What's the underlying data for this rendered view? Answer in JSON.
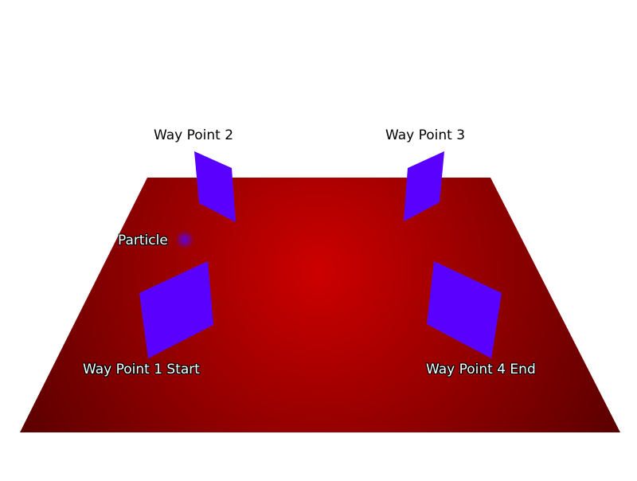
{
  "scene": {
    "background_color": "#ffffff",
    "floor_center_color": "#cc0000",
    "floor_edge_color": "#5c0000",
    "waypoint_color": "#5a00ff",
    "particle_color": "#5a00ff"
  },
  "labels": {
    "waypoint_1": "Way Point 1 Start",
    "waypoint_2": "Way Point 2",
    "waypoint_3": "Way Point 3",
    "waypoint_4": "Way Point 4 End",
    "particle": "Particle"
  }
}
